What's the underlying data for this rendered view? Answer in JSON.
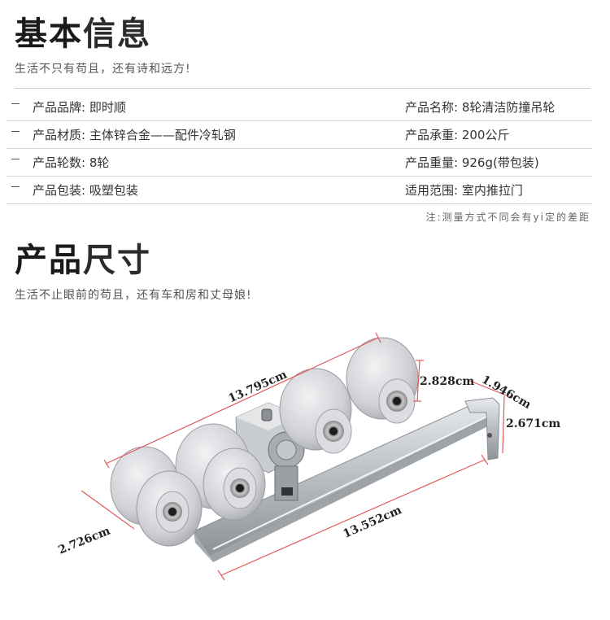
{
  "basic_info": {
    "title_dark": "基本",
    "title_light": "信息",
    "subtitle": "生活不只有苟且，还有诗和远方!",
    "specs": [
      {
        "left_label": "产品品牌:",
        "left_value": "即时顺",
        "right_label": "产品名称:",
        "right_value": "8轮清洁防撞吊轮"
      },
      {
        "left_label": "产品材质:",
        "left_value": "主体锌合金——配件冷轧钢",
        "right_label": "产品承重:",
        "right_value": "200公斤"
      },
      {
        "left_label": "产品轮数:",
        "left_value": "8轮",
        "right_label": "产品重量:",
        "right_value": "926g(带包装)"
      },
      {
        "left_label": "产品包装:",
        "left_value": "吸塑包装",
        "right_label": "适用范围:",
        "right_value": "室内推拉门"
      }
    ],
    "note": "注:测量方式不同会有yi定的差距"
  },
  "dimensions": {
    "title_dark": "产品",
    "title_light": "尺寸",
    "subtitle": "生活不止眼前的苟且，还有车和房和丈母娘!",
    "labels": {
      "length_top": "13.795cm",
      "wheel_height": "2.828cm",
      "bracket_width": "1.946cm",
      "bracket_height": "2.671cm",
      "wheel_width": "2.726cm",
      "length_bottom": "13.552cm"
    }
  },
  "colors": {
    "dimension_line": "#e05a5a",
    "wheel": "#d8d8dc",
    "metal": "#bfc3c8"
  }
}
